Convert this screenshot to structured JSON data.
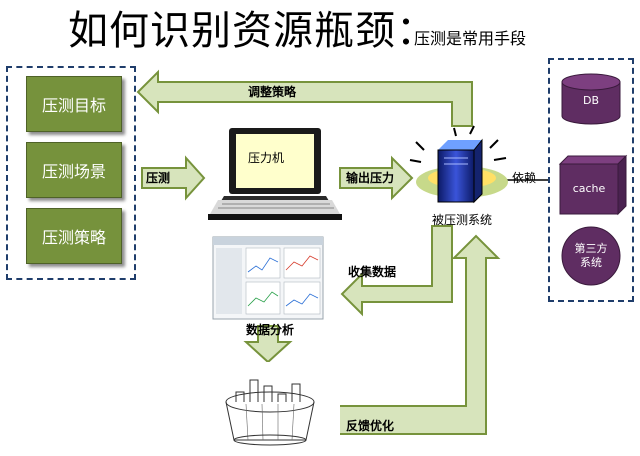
{
  "title": "如何识别资源瓶颈：",
  "subtitle": "压测是常用手段",
  "inputs": [
    "压测目标",
    "压测场景",
    "压测策略"
  ],
  "flow_labels": {
    "adjust": "调整策略",
    "test": "压测",
    "output": "输出压力",
    "collect": "收集数据",
    "analyze": "数据分析",
    "feedback": "反馈优化",
    "depends": "依赖"
  },
  "machine_label": "压力机",
  "system_label": "被压测系统",
  "dependencies": {
    "db": "DB",
    "cache": "cache",
    "third_party": "第三方\n系统"
  },
  "colors": {
    "green_card": "#76923c",
    "arrow_fill": "#d7e4bc",
    "arrow_stroke": "#77933c",
    "dep_purple": "#5f2d62",
    "dashed_border": "#1f3d6b",
    "screen_yellow": "#ffffcc"
  }
}
